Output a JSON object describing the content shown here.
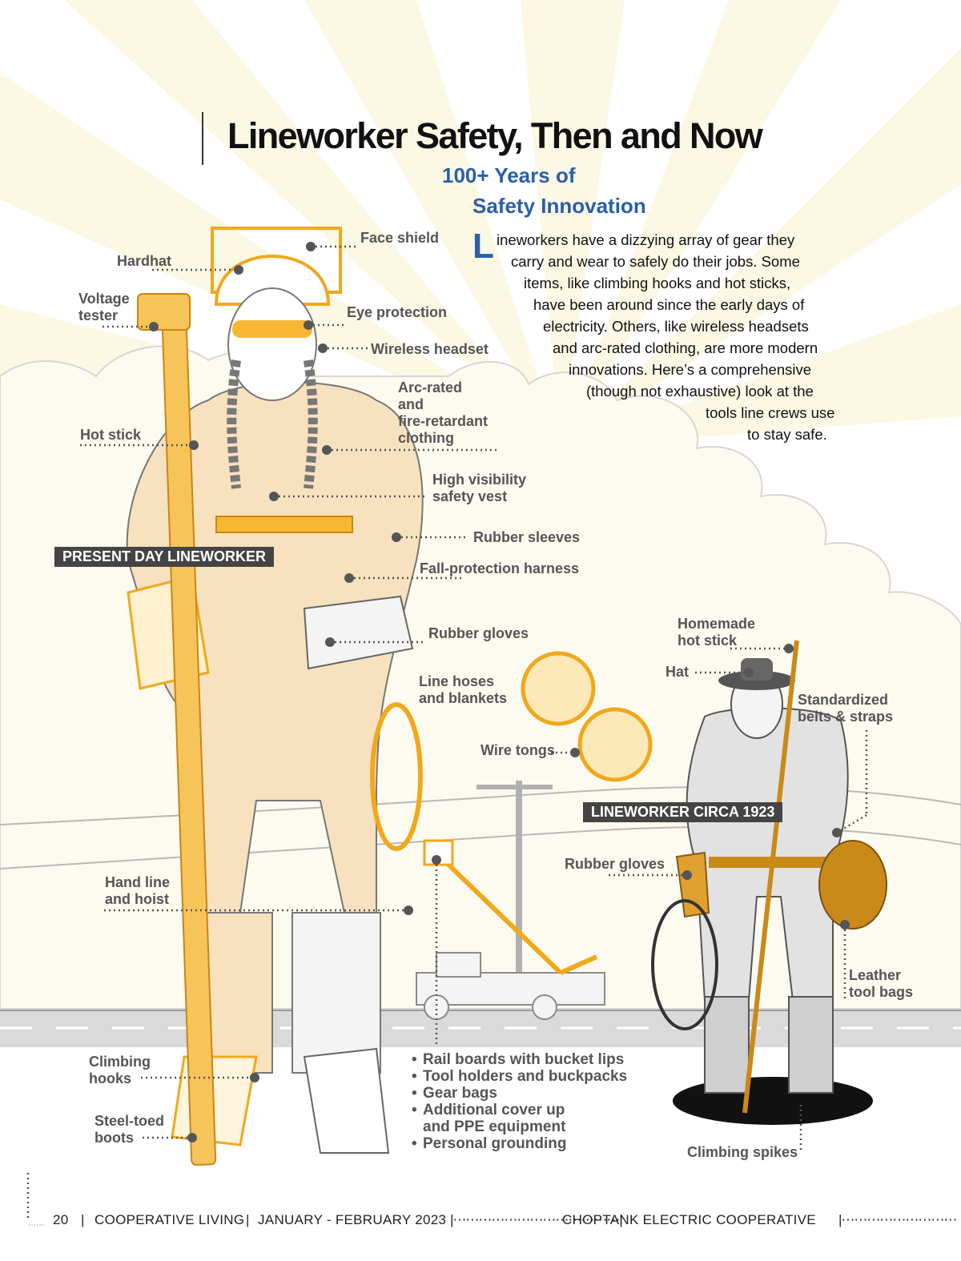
{
  "header": {
    "title": "Lineworker Safety, Then and Now",
    "subtitle_line1": "100+ Years of",
    "subtitle_line2": "Safety Innovation"
  },
  "intro": {
    "dropcap": "L",
    "lines": [
      "ineworkers have a dizzying array of gear they",
      "carry and wear to safely do their jobs. Some",
      "items, like climbing hooks and hot sticks,",
      "have been around since the early days of",
      "electricity. Others, like wireless headsets",
      "and arc-rated clothing, are more modern",
      "innovations. Here’s a comprehensive",
      "(though not exhaustive) look at the",
      "tools line crews use",
      "to stay safe."
    ]
  },
  "present_day": {
    "banner": "PRESENT DAY LINEWORKER",
    "labels": {
      "face_shield": "Face shield",
      "hardhat": "Hardhat",
      "voltage_tester": "Voltage\ntester",
      "eye_protection": "Eye protection",
      "wireless_headset": "Wireless headset",
      "arc_rated": "Arc-rated\nand\nfire-retardant\nclothing",
      "hot_stick": "Hot stick",
      "hi_vis_vest": "High visibility\nsafety vest",
      "rubber_sleeves": "Rubber sleeves",
      "fall_protection": "Fall-protection harness",
      "rubber_gloves": "Rubber gloves",
      "line_hoses": "Line hoses\nand blankets",
      "wire_tongs": "Wire tongs",
      "hand_line": "Hand line\nand hoist",
      "climbing_hooks": "Climbing\nhooks",
      "steel_toed_boots": "Steel-toed\nboots"
    },
    "bullets": [
      "Rail boards with bucket lips",
      "Tool holders and buckpacks",
      "Gear bags",
      "Additional cover up\nand PPE equipment",
      "Personal grounding"
    ]
  },
  "circa_1923": {
    "banner": "LINEWORKER CIRCA 1923",
    "labels": {
      "homemade_hot_stick": "Homemade\nhot stick",
      "hat": "Hat",
      "belts_straps": "Standardized\nbelts & straps",
      "rubber_gloves": "Rubber gloves",
      "leather_tool_bags": "Leather\ntool bags",
      "climbing_spikes": "Climbing spikes"
    }
  },
  "footer": {
    "page_number": "20",
    "publication": "COOPERATIVE LIVING",
    "issue": "JANUARY - FEBRUARY 2023",
    "cooperative": "CHOPTANK ELECTRIC COOPERATIVE"
  },
  "colors": {
    "accent_blue": "#2a5fa8",
    "gear_yellow": "#f0a81c",
    "label_gray": "#555555",
    "banner_gray": "#444444",
    "sunburst": "#fbf8e6"
  }
}
